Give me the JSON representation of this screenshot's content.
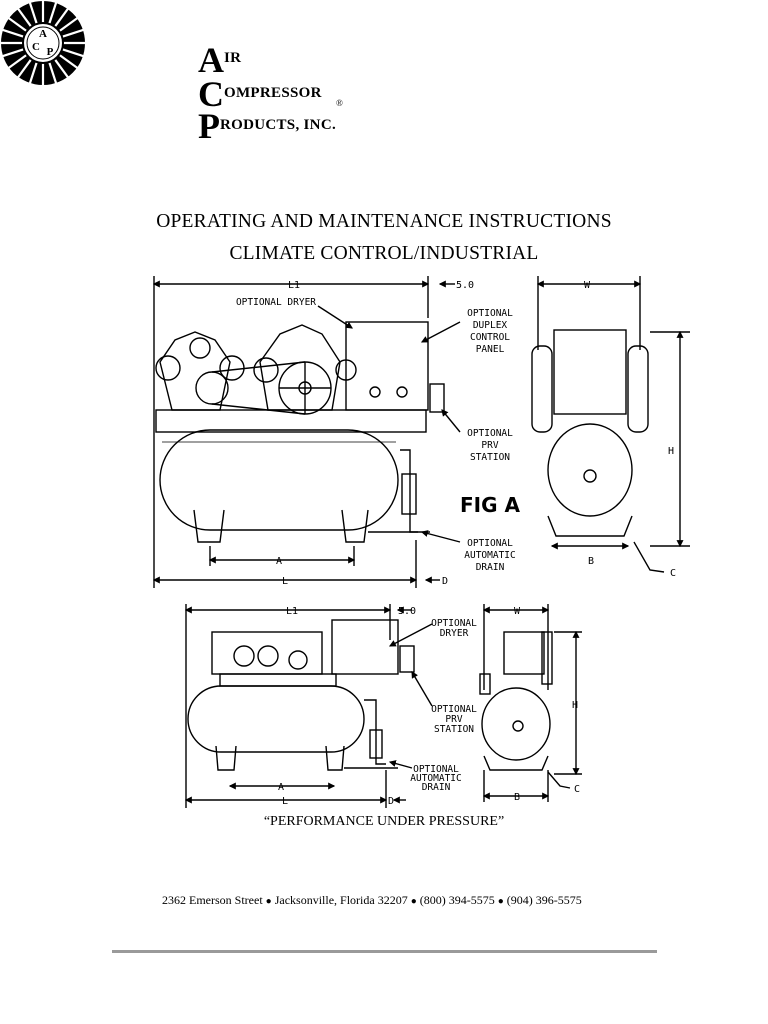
{
  "company": {
    "line1_initial": "A",
    "line1_rest": "IR",
    "line2_initial": "C",
    "line2_rest": "OMPRESSOR",
    "line3_initial": "P",
    "line3_rest": "RODUCTS, INC.",
    "registered": "®",
    "logo_letters": [
      "A",
      "C",
      "P"
    ]
  },
  "title": {
    "line1": "OPERATING AND MAINTENANCE INSTRUCTIONS",
    "line2": "CLIMATE CONTROL/INDUSTRIAL"
  },
  "figure_top": {
    "label": "FIG A",
    "dim_l1": "L1",
    "dim_5": "5.0",
    "dim_w": "W",
    "dim_h": "H",
    "dim_a": "A",
    "dim_l": "L",
    "dim_d": "D",
    "dim_b": "B",
    "dim_c": "C",
    "callout_dryer": "OPTIONAL DRYER",
    "callout_panel": [
      "OPTIONAL",
      "DUPLEX",
      "CONTROL",
      "PANEL"
    ],
    "callout_prv": [
      "OPTIONAL",
      "PRV",
      "STATION"
    ],
    "callout_drain": [
      "OPTIONAL",
      "AUTOMATIC",
      "DRAIN"
    ]
  },
  "figure_bottom": {
    "dim_l1": "L1",
    "dim_5": "5.0",
    "dim_w": "W",
    "dim_h": "H",
    "dim_a": "A",
    "dim_l": "L",
    "dim_d": "D",
    "dim_b": "B",
    "dim_c": "C",
    "callout_dryer": [
      "OPTIONAL",
      "DRYER"
    ],
    "callout_prv": [
      "OPTIONAL",
      "PRV",
      "STATION"
    ],
    "callout_drain": [
      "OPTIONAL",
      "AUTOMATIC",
      "DRAIN"
    ]
  },
  "tagline": "“PERFORMANCE UNDER PRESSURE”",
  "address": {
    "street": "2362 Emerson Street",
    "city": "Jacksonville, Florida 32207",
    "phone1": "(800) 394-5575",
    "phone2": "(904) 396-5575",
    "separator": "●"
  }
}
